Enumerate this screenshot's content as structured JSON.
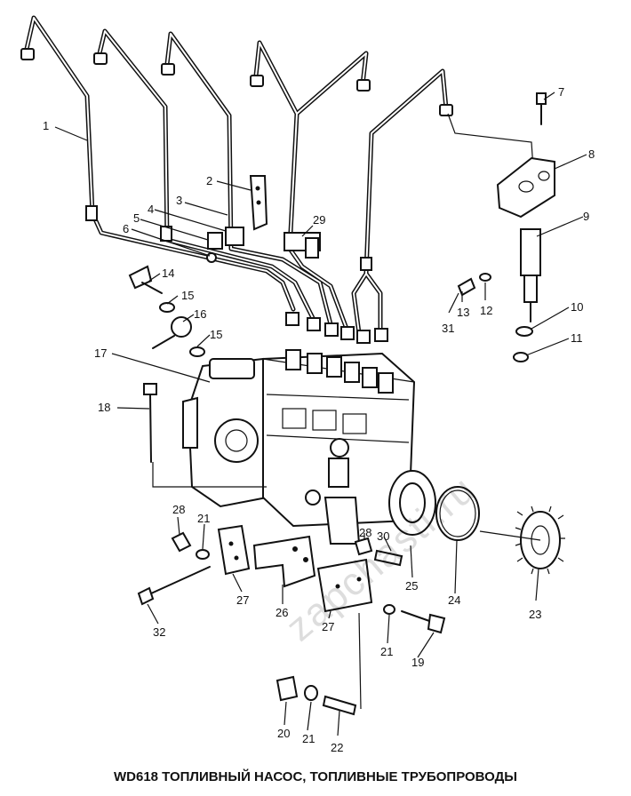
{
  "caption": "WD618 ТОПЛИВНЫЙ НАСОС, ТОПЛИВНЫЕ ТРУБОПРОВОДЫ",
  "watermark": "zapchasti.ru",
  "callouts": {
    "c1": "1",
    "c2": "2",
    "c3": "3",
    "c4": "4",
    "c5": "5",
    "c6": "6",
    "c7": "7",
    "c8": "8",
    "c9": "9",
    "c10": "10",
    "c11": "11",
    "c12": "12",
    "c13": "13",
    "c14": "14",
    "c15a": "15",
    "c15b": "15",
    "c16": "16",
    "c17": "17",
    "c18": "18",
    "c19": "19",
    "c20": "20",
    "c21a": "21",
    "c21b": "21",
    "c21c": "21",
    "c22": "22",
    "c23": "23",
    "c24": "24",
    "c25": "25",
    "c26": "26",
    "c27a": "27",
    "c27b": "27",
    "c28a": "28",
    "c28b": "28",
    "c29": "29",
    "c30": "30",
    "c31": "31",
    "c32": "32"
  }
}
